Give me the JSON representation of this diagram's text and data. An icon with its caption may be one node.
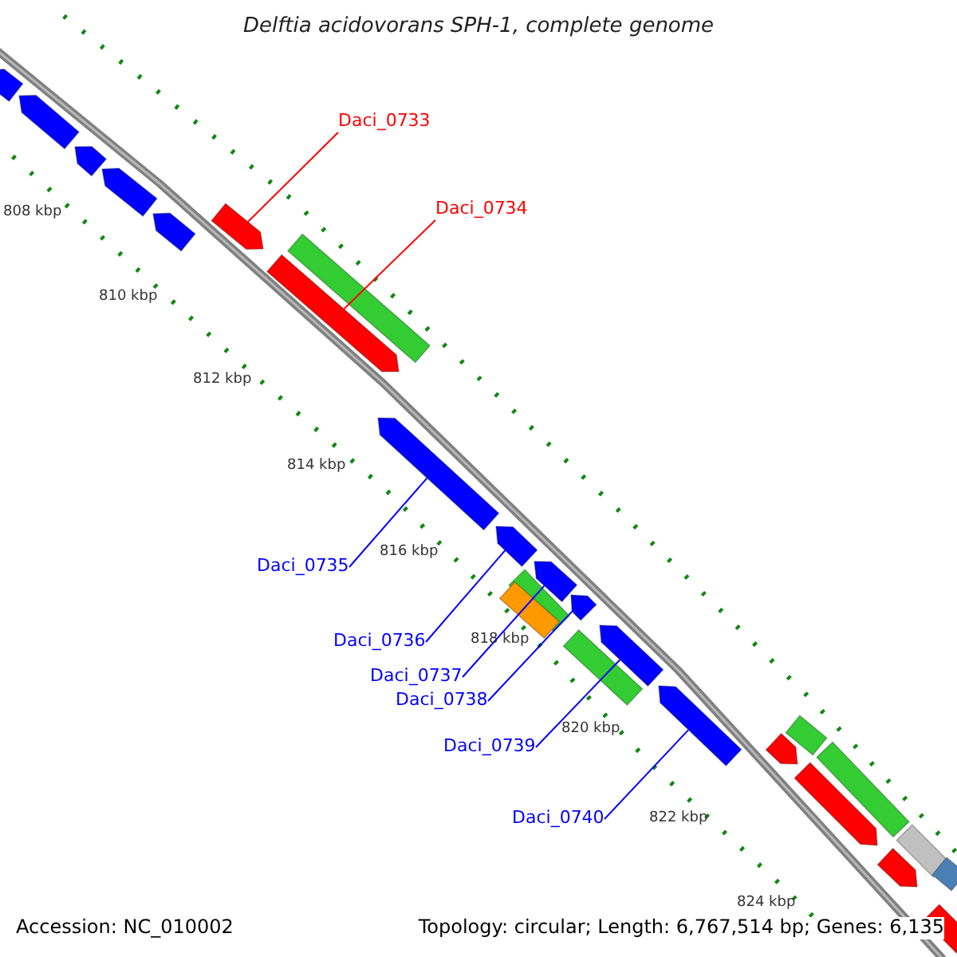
{
  "diagram": {
    "title": "Delftia acidovorans SPH-1, complete genome",
    "nodes": [
      {
        "text": [],
        "shape": "bar"
      },
      {
        "text": [],
        "shape": "bar"
      },
      {
        "text": [],
        "shape": "bar"
      },
      {
        "text": [],
        "shape": "bar"
      },
      {
        "text": [],
        "shape": "bar"
      },
      {
        "text": [],
        "shape": "bar"
      },
      {
        "text": [],
        "shape": "bar"
      },
      {
        "text": [],
        "shape": "bar"
      },
      {
        "text": [],
        "shape": "bar"
      },
      {
        "text": [],
        "shape": "bar"
      },
      {
        "text": [],
        "shape": "bar"
      },
      {
        "text": [],
        "shape": "bar"
      },
      {
        "text": [],
        "shape": "bar"
      },
      {
        "text": [],
        "shape": "bar"
      },
      {
        "text": [],
        "shape": "bar"
      },
      {
        "text": [],
        "shape": "bar"
      },
      {
        "text": [],
        "shape": "bar"
      },
      {
        "text": [],
        "shape": "bar"
      },
      {
        "text": [],
        "shape": "bar"
      },
      {
        "text": [],
        "shape": "bar"
      },
      {
        "text": [],
        "shape": "bar"
      },
      {
        "text": [],
        "shape": "bar"
      },
      {
        "text": [],
        "shape": "bar"
      },
      {
        "text": [],
        "shape": "bar"
      },
      {
        "text": [],
        "shape": "bar"
      },
      {
        "text": [
          "Daci_0733"
        ]
      },
      {
        "text": [
          "Daci_0734"
        ]
      },
      {
        "text": [
          "Daci_0735"
        ]
      },
      {
        "text": [
          "Daci_0736"
        ]
      },
      {
        "text": [
          "Daci_0737"
        ]
      },
      {
        "text": [
          "Daci_0738"
        ]
      },
      {
        "text": [
          "Daci_0739"
        ]
      },
      {
        "text": [
          "Daci_0740"
        ]
      }
    ],
    "edges": [
      {
        "from": 25,
        "to": 5,
        "arrow": "none",
        "color": "#ff0000"
      },
      {
        "from": 26,
        "to": 7,
        "arrow": "none",
        "color": "#ff0000"
      },
      {
        "from": 27,
        "to": 8,
        "arrow": "none"
      },
      {
        "from": 28,
        "to": 9,
        "arrow": "none"
      },
      {
        "from": 29,
        "to": 10,
        "arrow": "none"
      },
      {
        "from": 30,
        "to": 11,
        "arrow": "none"
      },
      {
        "from": 31,
        "to": 15,
        "arrow": "none"
      },
      {
        "from": 32,
        "to": 16,
        "arrow": "none"
      }
    ],
    "labels": [
      "808 kbp",
      "810 kbp",
      "812 kbp",
      "814 kbp",
      "816 kbp",
      "818 kbp",
      "820 kbp",
      "822 kbp",
      "824 kbp",
      "Accession: NC_010002",
      "Topology: circular; Length: 6,767,514 bp; Genes: 6,135"
    ]
  }
}
